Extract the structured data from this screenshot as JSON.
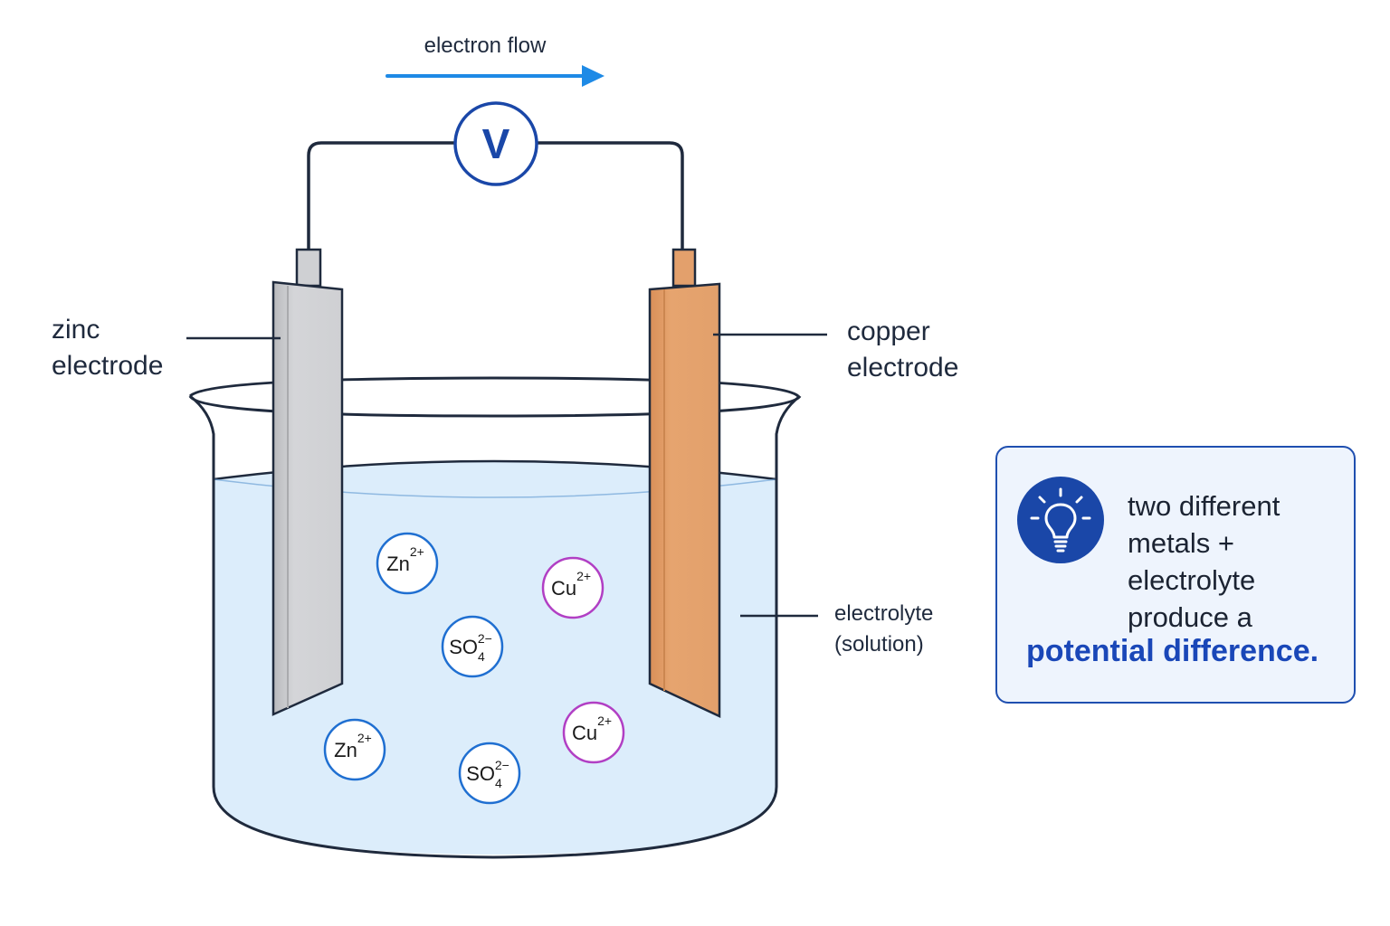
{
  "labels": {
    "electron_flow": "electron flow",
    "voltmeter": "V",
    "zinc_line1": "zinc",
    "zinc_line2": "electrode",
    "copper_line1": "copper",
    "copper_line2": "electrode",
    "electrolyte_line1": "electrolyte",
    "electrolyte_line2": "(solution)"
  },
  "ions": [
    {
      "symbol": "Zn",
      "sub": "",
      "charge": "2+",
      "kind": "zinc"
    },
    {
      "symbol": "Cu",
      "sub": "",
      "charge": "2+",
      "kind": "copper"
    },
    {
      "symbol": "SO",
      "sub": "4",
      "charge": "2−",
      "kind": "sulfate"
    },
    {
      "symbol": "Cu",
      "sub": "",
      "charge": "2+",
      "kind": "copper"
    },
    {
      "symbol": "Zn",
      "sub": "",
      "charge": "2+",
      "kind": "zinc"
    },
    {
      "symbol": "SO",
      "sub": "4",
      "charge": "2−",
      "kind": "sulfate"
    }
  ],
  "info_box": {
    "icon": "lightbulb-icon",
    "text": "two different metals + electrolyte produce a",
    "highlight": "potential difference."
  },
  "colors": {
    "arrow": "#1e8ae6",
    "circuit": "#1f2a3d",
    "voltmeter": "#1a47a8",
    "zinc": "#c9cacd",
    "copper": "#e3a06c",
    "electrolyte": "#dcedfb",
    "ion_zinc_sulfate": "#1f6fd1",
    "ion_copper": "#b13fc4",
    "accent": "#1a47b8"
  }
}
